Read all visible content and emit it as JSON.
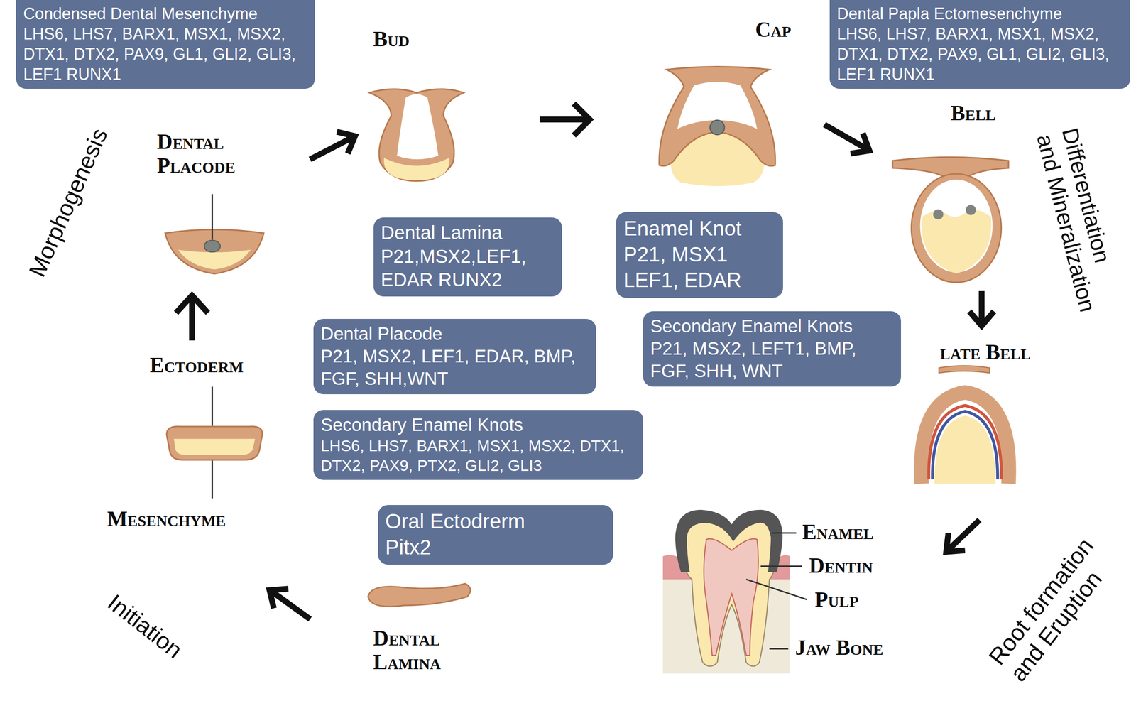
{
  "diagram": {
    "nodes": [
      {
        "text": [
          "Condensed Dental Mesenchyme",
          "LHS6, LHS7, BARX1, MSX1, MSX2, DTX1, DTX2, PAX9, GL1, GLI2, GLI3, LEF1 RUNX1"
        ]
      },
      {
        "text": [
          "Dental Papla Ectomesenchyme",
          "LHS6, LHS7, BARX1, MSX1, MSX2, DTX1, DTX2, PAX9, GL1, GLI2, GLI3, LEF1 RUNX1"
        ]
      },
      {
        "text": [
          "Dental Lamina",
          "P21,MSX2,LEF1, EDAR RUNX2"
        ]
      },
      {
        "text": [
          "Enamel Knot",
          "P21, MSX1 LEF1, EDAR"
        ]
      },
      {
        "text": [
          "Dental Placode",
          "P21, MSX2, LEF1, EDAR, BMP, FGF, SHH,WNT"
        ]
      },
      {
        "text": [
          "Secondary Enamel Knots",
          "P21, MSX2, LEFT1, BMP, FGF, SHH, WNT"
        ]
      },
      {
        "text": [
          "Secondary Enamel Knots",
          "LHS6, LHS7, BARX1, MSX1, MSX2, DTX1, DTX2, PAX9, PTX2, GLI2, GLI3"
        ]
      },
      {
        "text": [
          "Oral Ectodrerm",
          "Pitx2"
        ]
      }
    ],
    "labels": [
      "Morphogenesis",
      "Bud",
      "Cap",
      "Bell",
      "Differentiation and Mineralization",
      "Dental Placode",
      "late Bell",
      "Ectoderm",
      "Mesenchyme",
      "Enamel",
      "Dentin",
      "Pulp",
      "Initiation",
      "Dental Lamina",
      "Jaw Bone",
      "Root formation and Eruption"
    ]
  }
}
